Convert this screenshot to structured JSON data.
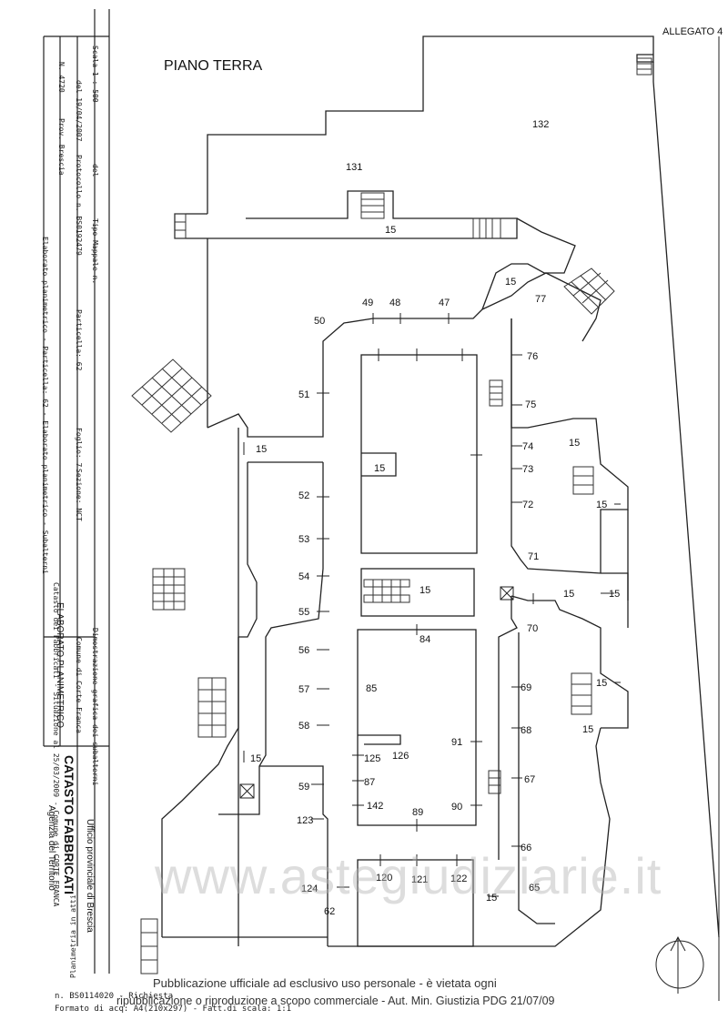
{
  "sheet": {
    "allegato": "ALLEGATO 4",
    "title": "PIANO TERRA"
  },
  "header": {
    "n_label": "N.",
    "n_value": "4720",
    "prov": "Prov. Brescia",
    "del": "del 19/04/2007",
    "protocollo": "Protocollo n. BS0192479",
    "scala": "Scala 1 : 500",
    "tipo_mappale": "Tipo Mappale n.",
    "tipo_del": "del",
    "particella": "Particella: 62",
    "foglio": "Foglio: 7",
    "sezione": "Sezione: NCT",
    "comune": "Comune di Corte Franca",
    "dimostrazione": "Dimostrazione grafica dei subalterni",
    "elaborato": "ELABORATO PLANIMETRICO",
    "elaborato_line": "Elaborato planimetrico - Particella: 62 - Elaborato planimetrico - Subalterni",
    "catasto": "CATASTO FABBRICATI",
    "ufficio": "Ufficio provinciale di Brescia",
    "agenzia": "Agenzia del Territorio",
    "date_line": "Catasto dei Fabbricati - Situazione al 25/03/2009 - Comune di CORTE FRANCA",
    "planimetria": "Planimetria in atti",
    "richiesta": "n. BS0114020 - Richiesta",
    "formato": "Formato di acq: A4(210x297) - Fatt.di scala: 1:1"
  },
  "rooms": {
    "r131": "131",
    "r132": "132",
    "s15a": "15",
    "s15b": "15",
    "s15c": "15",
    "s15d": "15",
    "s15e": "15",
    "s15f": "15",
    "s15g": "15",
    "s15h": "15",
    "s15i": "15",
    "s15j": "15",
    "s15k": "15",
    "s15l": "15",
    "s15m": "15",
    "r47": "47",
    "r48": "48",
    "r49": "49",
    "r50": "50",
    "r51": "51",
    "r52": "52",
    "r53": "53",
    "r54": "54",
    "r55": "55",
    "r56": "56",
    "r57": "57",
    "r58": "58",
    "r59": "59",
    "r62": "62",
    "r65": "65",
    "r66": "66",
    "r67": "67",
    "r68": "68",
    "r69": "69",
    "r70": "70",
    "r71": "71",
    "r72": "72",
    "r73": "73",
    "r74": "74",
    "r75": "75",
    "r76": "76",
    "r77": "77",
    "r84": "84",
    "r85": "85",
    "r87": "87",
    "r89": "89",
    "r90": "90",
    "r91": "91",
    "r120": "120",
    "r121": "121",
    "r122": "122",
    "r123": "123",
    "r124": "124",
    "r125": "125",
    "r126": "126",
    "r142": "142"
  },
  "watermark": "www.astegiudiziarie.it",
  "notice": {
    "line1": "Pubblicazione ufficiale ad esclusivo uso personale - è vietata ogni",
    "line2": "ripubblicazione o riproduzione a scopo commerciale - Aut. Min. Giustizia PDG 21/07/09"
  }
}
